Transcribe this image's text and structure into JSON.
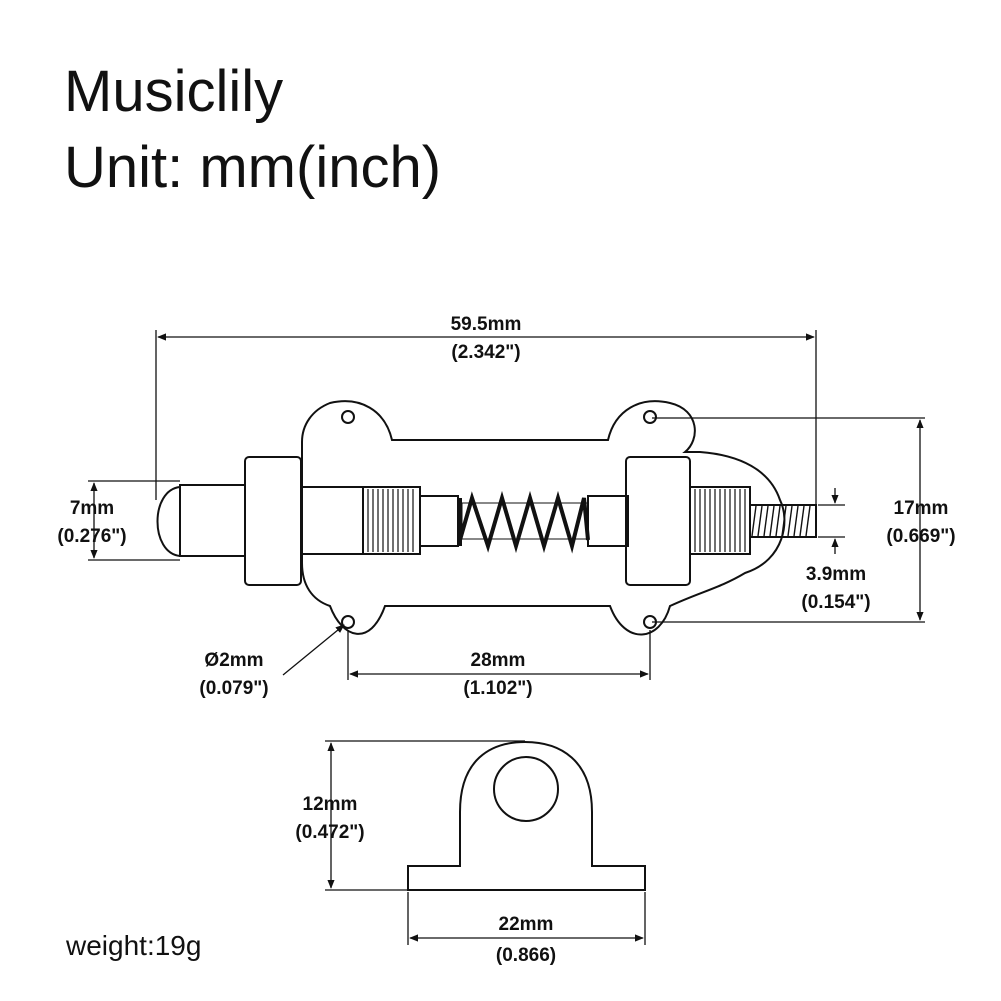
{
  "brand": "Musiclily",
  "unit_label": "Unit: mm(inch)",
  "weight": "weight:19g",
  "dimensions": {
    "overall_length": {
      "mm": "59.5mm",
      "inch": "(2.342\")"
    },
    "shaft_diameter": {
      "mm": "7mm",
      "inch": "(0.276\")"
    },
    "plate_height": {
      "mm": "17mm",
      "inch": "(0.669\")"
    },
    "thread_diameter": {
      "mm": "3.9mm",
      "inch": "(0.154\")"
    },
    "hole_diameter": {
      "mm": "Ø2mm",
      "inch": "(0.079\")"
    },
    "hole_spacing": {
      "mm": "28mm",
      "inch": "(1.102\")"
    },
    "side_height": {
      "mm": "12mm",
      "inch": "(0.472\")"
    },
    "side_width": {
      "mm": "22mm",
      "inch": "(0.866)"
    }
  }
}
